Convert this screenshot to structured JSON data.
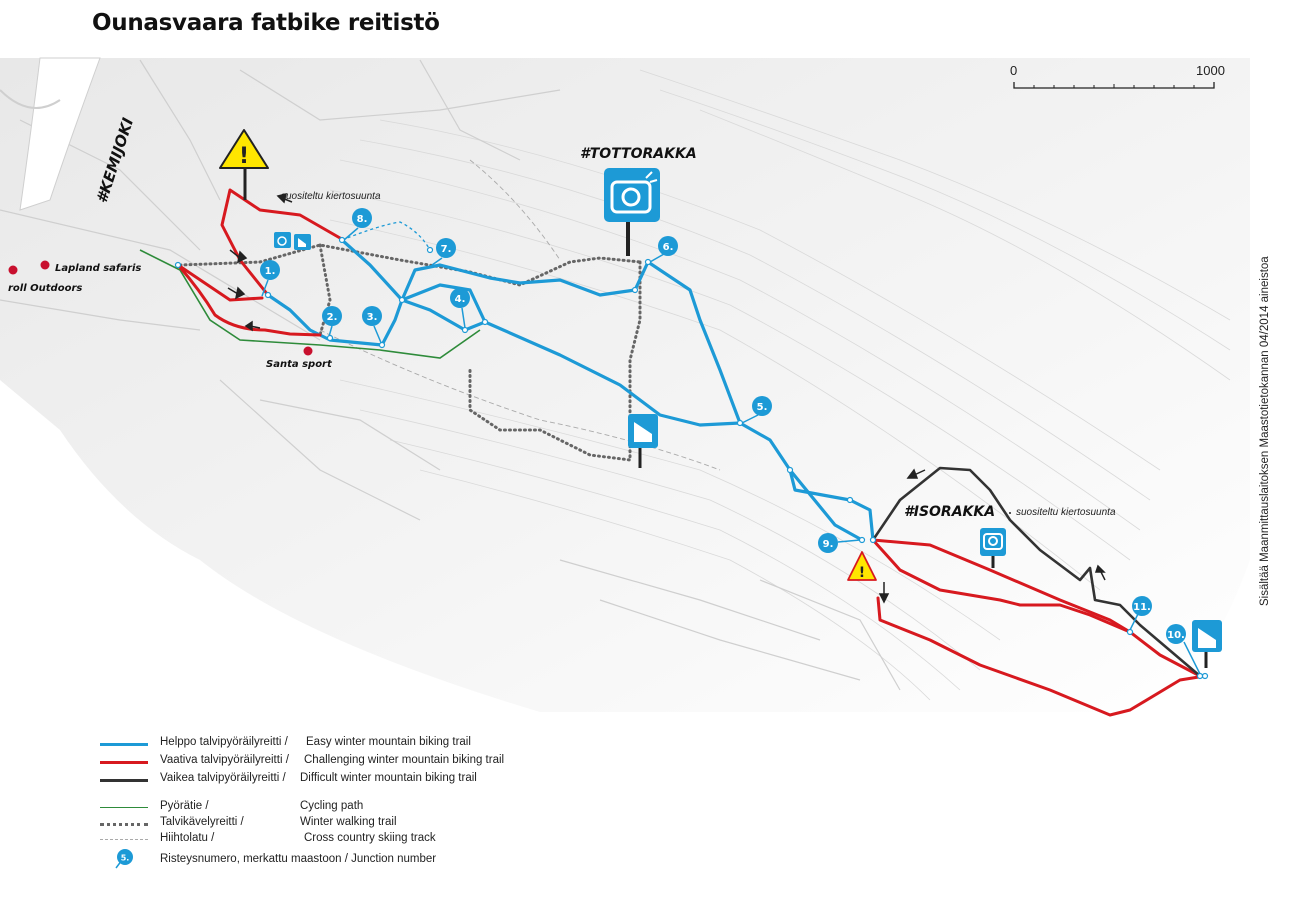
{
  "title": "Ounasvaara fatbike reitistö",
  "colors": {
    "easy": "#1d9ad6",
    "challenging": "#d7191f",
    "difficult": "#333333",
    "cycling": "#2e8b3a",
    "walking": "#666666",
    "warning": "#ffe600",
    "poi": "#c8102e"
  },
  "map_labels": {
    "river": "#KEMIJOKI",
    "tottorakka": "#TOTTORAKKA",
    "isorakka": "#ISORAKKA",
    "lapland_safaris": "Lapland safaris",
    "roll_outdoors": "roll Outdoors",
    "santa_sport": "Santa sport",
    "direction_1": "suositeltu kiertosuunta",
    "direction_2": "suositeltu kiertosuunta"
  },
  "junctions": [
    "1.",
    "2.",
    "3.",
    "4.",
    "5.",
    "6.",
    "7.",
    "8.",
    "9.",
    "10.",
    "11."
  ],
  "scale": {
    "min": "0",
    "max": "1000"
  },
  "credit": "Sisältää Maanmittauslaitoksen Maastotietokannan 04/2014 aineistoa",
  "legend": {
    "easy": {
      "fi": "Helppo talvipyöräilyreitti /",
      "en": "Easy winter mountain biking trail"
    },
    "challenging": {
      "fi": "Vaativa talvipyöräilyreitti /",
      "en": "Challenging winter mountain biking trail"
    },
    "difficult": {
      "fi": "Vaikea talvipyöräilyreitti /",
      "en": "Difficult winter mountain biking trail"
    },
    "cycling": {
      "fi": "Pyörätie /",
      "en": "Cycling path"
    },
    "walking": {
      "fi": "Talvikävelyreitti /",
      "en": "Winter walking trail"
    },
    "skiing": {
      "fi": "Hiihtolatu /",
      "en": "Cross country skiing track"
    },
    "junction": {
      "fi": "Risteysnumero, merkattu maastoon / Junction number",
      "sample": "5."
    }
  },
  "icons": [
    "warning-icon",
    "camera-icon",
    "viewpoint-sign-icon",
    "direction-arrow-icon",
    "poi-dot-icon"
  ]
}
